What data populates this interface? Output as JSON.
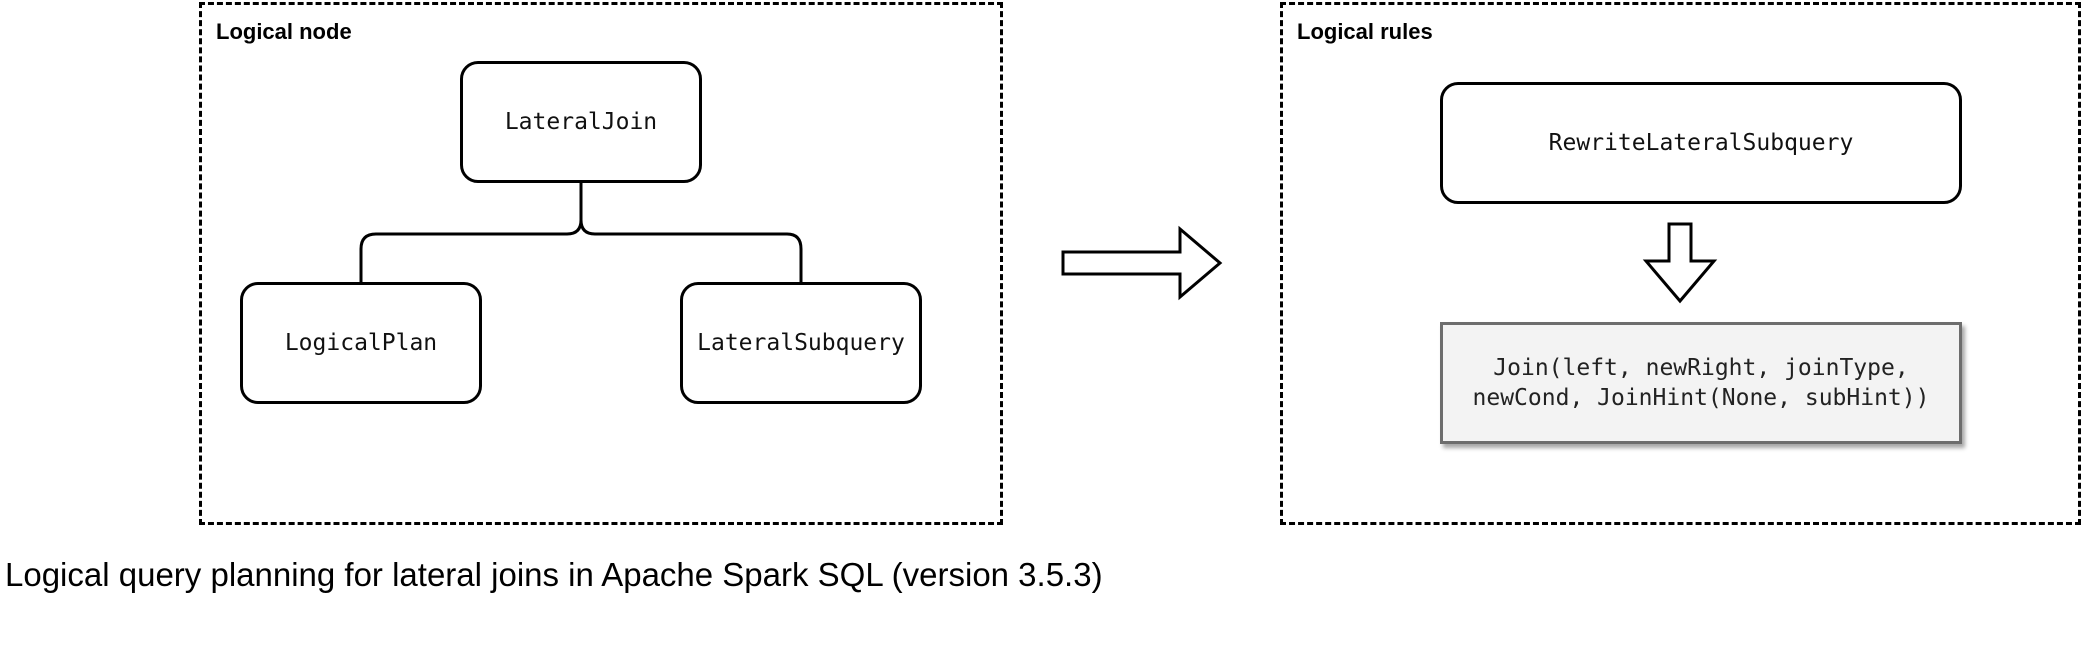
{
  "logical_node": {
    "title": "Logical node",
    "root": "LateralJoin",
    "left_child": "LogicalPlan",
    "right_child": "LateralSubquery"
  },
  "logical_rules": {
    "title": "Logical rules",
    "rule": "RewriteLateralSubquery",
    "result_line1": "Join(left, newRight, joinType,",
    "result_line2": "newCond, JoinHint(None, subHint))"
  },
  "caption": "Logical query planning for lateral joins in Apache Spark SQL (version 3.5.3)"
}
